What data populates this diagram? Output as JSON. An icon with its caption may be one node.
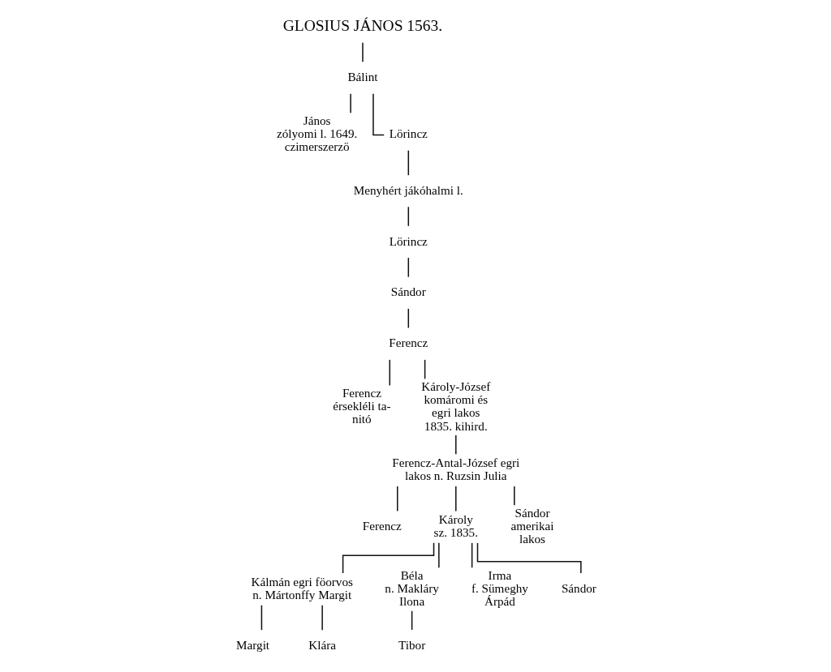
{
  "diagram": {
    "nodes": [
      {
        "text": [
          "GLOSIUS JÁNOS 1563."
        ]
      },
      {
        "text": [
          "Bálint"
        ]
      },
      {
        "text": [
          "János",
          "zólyomi l. 1649. czimerszerzö"
        ]
      },
      {
        "text": [
          "Lörincz"
        ]
      },
      {
        "text": [
          "Menyhért jákóhalmi l."
        ]
      },
      {
        "text": [
          "Lörincz"
        ]
      },
      {
        "text": [
          "Sándor"
        ]
      },
      {
        "text": [
          "Ferencz"
        ]
      },
      {
        "text": [
          "Ferencz",
          "érsekléli ta- nitó"
        ]
      },
      {
        "text": [
          "Károly-József",
          "komáromi és egri lakos 1835. kihird."
        ]
      },
      {
        "text": [
          "Ferencz-Antal-József egri lakos n. Ruzsin Julia"
        ]
      },
      {
        "text": [
          "Ferencz"
        ]
      },
      {
        "text": [
          "Károly",
          "sz. 1835."
        ]
      },
      {
        "text": [
          "Sándor",
          "amerikai lakos"
        ]
      },
      {
        "text": [
          "Kálmán egri föorvos n. Mártonffy Margit"
        ]
      },
      {
        "text": [
          "Béla",
          "n. Makláry Ilona"
        ]
      },
      {
        "text": [
          "Irma",
          "f. Sümeghy Árpád"
        ]
      },
      {
        "text": [
          "Sándor"
        ]
      },
      {
        "text": [
          "Margit"
        ]
      },
      {
        "text": [
          "Klára"
        ]
      },
      {
        "text": [
          "Tibor"
        ]
      }
    ],
    "edges": [
      {
        "from": 0,
        "to": 1,
        "arrow": "none"
      },
      {
        "from": 1,
        "to": 2,
        "arrow": "none"
      },
      {
        "from": 1,
        "to": 3,
        "arrow": "none"
      },
      {
        "from": 3,
        "to": 4,
        "arrow": "none"
      },
      {
        "from": 4,
        "to": 5,
        "arrow": "none"
      },
      {
        "from": 5,
        "to": 6,
        "arrow": "none"
      },
      {
        "from": 6,
        "to": 7,
        "arrow": "none"
      },
      {
        "from": 7,
        "to": 8,
        "arrow": "none"
      },
      {
        "from": 7,
        "to": 9,
        "arrow": "none"
      },
      {
        "from": 9,
        "to": 10,
        "arrow": "none"
      },
      {
        "from": 10,
        "to": 11,
        "arrow": "none"
      },
      {
        "from": 10,
        "to": 12,
        "arrow": "none"
      },
      {
        "from": 10,
        "to": 13,
        "arrow": "none"
      },
      {
        "from": 12,
        "to": 14,
        "arrow": "none"
      },
      {
        "from": 12,
        "to": 15,
        "arrow": "none"
      },
      {
        "from": 12,
        "to": 16,
        "arrow": "none"
      },
      {
        "from": 12,
        "to": 17,
        "arrow": "none"
      },
      {
        "from": 14,
        "to": 18,
        "arrow": "none"
      },
      {
        "from": 14,
        "to": 19,
        "arrow": "none"
      },
      {
        "from": 15,
        "to": 20,
        "arrow": "none"
      }
    ]
  }
}
